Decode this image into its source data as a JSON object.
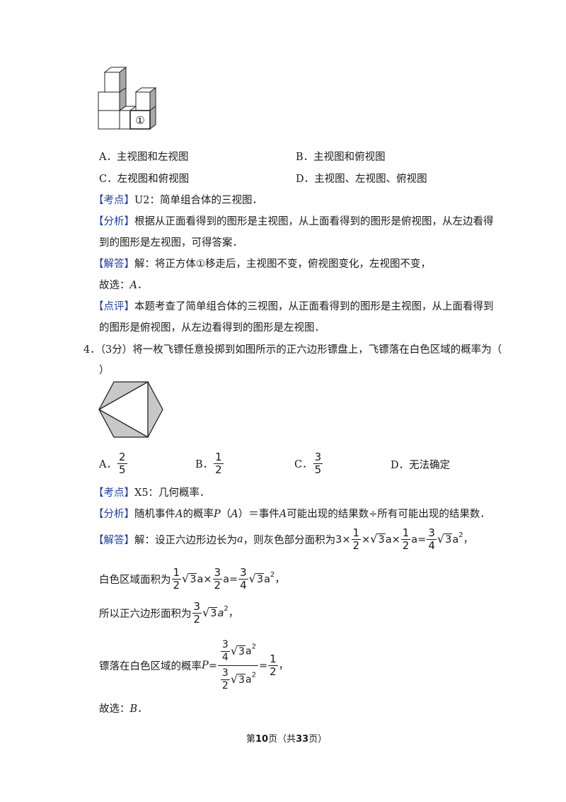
{
  "q3": {
    "figure_marker": "①",
    "options": {
      "a": "A．主视图和左视图",
      "b": "B．主视图和俯视图",
      "c": "C．左视图和俯视图",
      "d": "D．主视图、左视图、俯视图"
    },
    "kaodian_tag": "【考点】",
    "kaodian_text": "U2：简单组合体的三视图．",
    "fenxi_tag": "【分析】",
    "fenxi_line1": "根据从正面看得到的图形是主视图，从上面看得到的图形是俯视图，从左边看得",
    "fenxi_line2": "到的图形是左视图，可得答案．",
    "jieda_tag": "【解答】",
    "jieda_pre": "解：将正方体",
    "jieda_marker": "①",
    "jieda_post": "移走后，主视图不变，俯视图变化，左视图不变，",
    "guxuan_pre": "故选：",
    "guxuan_ans": "A",
    "guxuan_post": "．",
    "dianping_tag": "【点评】",
    "dianping_line1": "本题考查了简单组合体的三视图，从正面看得到的图形是主视图，从上面看得到",
    "dianping_line2": "的图形是俯视图，从左边看得到的图形是左视图．"
  },
  "q4": {
    "stem_line1": "4．（3分）将一枚飞镖任意投掷到如图所示的正六边形镖盘上，飞镖落在白色区域的概率为（",
    "stem_line2": "）",
    "options": {
      "a_label": "A．",
      "a_num": "2",
      "a_den": "5",
      "b_label": "B．",
      "b_num": "1",
      "b_den": "2",
      "c_label": "C．",
      "c_num": "3",
      "c_den": "5",
      "d": "D．无法确定"
    },
    "kaodian_tag": "【考点】",
    "kaodian_text": "X5：几何概率．",
    "fenxi_tag": "【分析】",
    "fenxi_p1": "随机事件",
    "fenxi_A1": "A",
    "fenxi_p2": "的概率",
    "fenxi_P": "P",
    "fenxi_p3": "（",
    "fenxi_A2": "A",
    "fenxi_p4": "）＝事件",
    "fenxi_A3": "A",
    "fenxi_p5": "可能出现的结果数÷所有可能出现的结果数．",
    "jieda_tag": "【解答】",
    "jieda_text": "解：设正六边形边长为",
    "jieda_a": "a",
    "jieda_text2": "，则灰色部分面积为",
    "m": {
      "three": "3",
      "times": "×",
      "one": "1",
      "two": "2",
      "four": "4",
      "root": "√",
      "r3": "3",
      "a": "a",
      "eq": "=",
      "sq": "2",
      "comma": "，"
    },
    "white_label": "白色区域面积为",
    "hex_label": "所以正六边形面积为",
    "prob_label": "镖落在白色区域的概率",
    "prob_P": "P",
    "guxuan_pre": "故选：",
    "guxuan_ans": "B",
    "guxuan_post": "．"
  },
  "footer": {
    "p1": "第",
    "page": "10",
    "p2": "页（共",
    "total": "33",
    "p3": "页）"
  }
}
